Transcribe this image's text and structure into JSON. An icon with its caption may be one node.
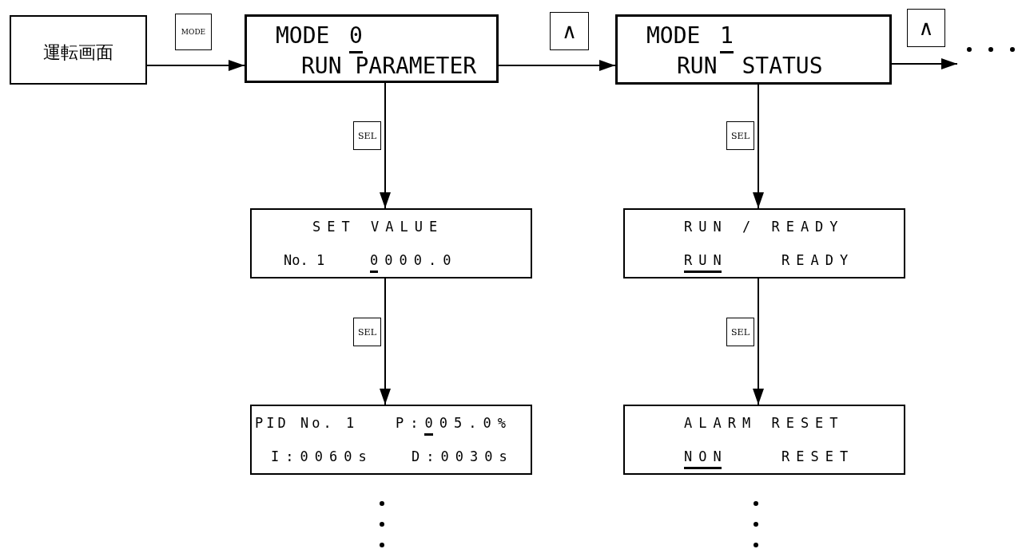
{
  "diagram": {
    "nodes": [
      {
        "text": [
          "運転画面"
        ]
      },
      {
        "text": [
          "MODE",
          "0",
          "RUN PARAMETER"
        ]
      },
      {
        "text": [
          "MODE",
          "1",
          "RUN STATUS"
        ]
      },
      {
        "text": [
          "SET VALUE",
          "No. 1",
          "0000.0"
        ]
      },
      {
        "text": [
          "RUN / READY",
          "RUN",
          "READY"
        ]
      },
      {
        "text": [
          "PID No. 1",
          "P:005.0%",
          "I:0060s",
          "D:0030s"
        ]
      },
      {
        "text": [
          "ALARM RESET",
          "NON",
          "RESET"
        ]
      }
    ],
    "edges": [
      {
        "from": 0,
        "to": 1,
        "arrow": "to",
        "label": "MODE"
      },
      {
        "from": 1,
        "to": 2,
        "arrow": "to",
        "label": "∧"
      },
      {
        "from": 2,
        "to": null,
        "arrow": "to",
        "label": "∧"
      },
      {
        "from": 1,
        "to": 3,
        "arrow": "to",
        "label": "SEL"
      },
      {
        "from": 3,
        "to": 5,
        "arrow": "to",
        "label": "SEL"
      },
      {
        "from": 2,
        "to": 4,
        "arrow": "to",
        "label": "SEL"
      },
      {
        "from": 4,
        "to": 6,
        "arrow": "to",
        "label": "SEL"
      }
    ]
  }
}
